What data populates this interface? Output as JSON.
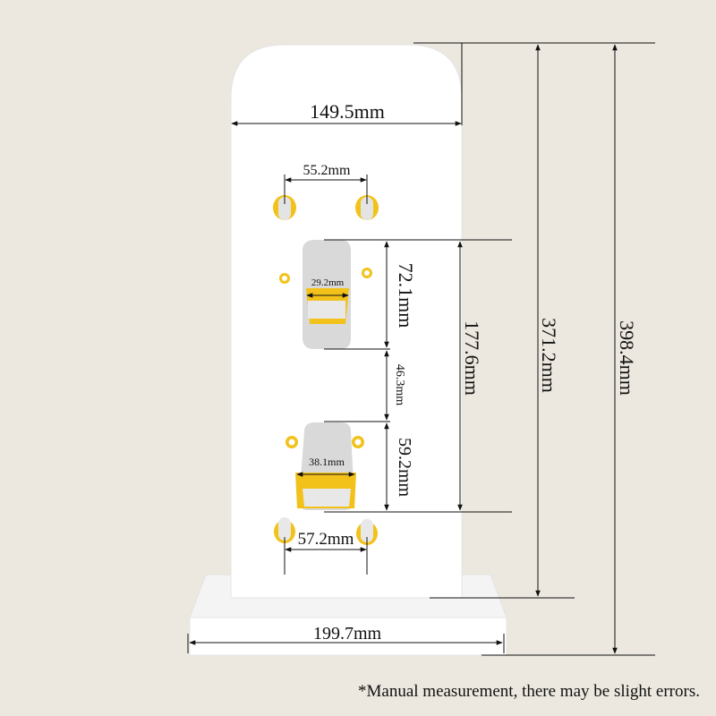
{
  "colors": {
    "background": "#ece8df",
    "panel": "#ffffff",
    "accent_yellow": "#f2c21b",
    "hole_gray": "#d9d9d9",
    "line": "#111111"
  },
  "dimensions": {
    "top_width": "149.5mm",
    "top_hole_spacing": "55.2mm",
    "upper_slot_width": "29.2mm",
    "upper_slot_height": "72.1mm",
    "slot_gap": "46.3mm",
    "lower_slot_height": "59.2mm",
    "lower_slot_width": "38.1mm",
    "bottom_hole_spacing": "57.2mm",
    "slot_span_total": "177.6mm",
    "panel_height": "371.2mm",
    "total_height": "398.4mm",
    "base_width": "199.7mm"
  },
  "footnote": "*Manual measurement, there may be slight errors."
}
